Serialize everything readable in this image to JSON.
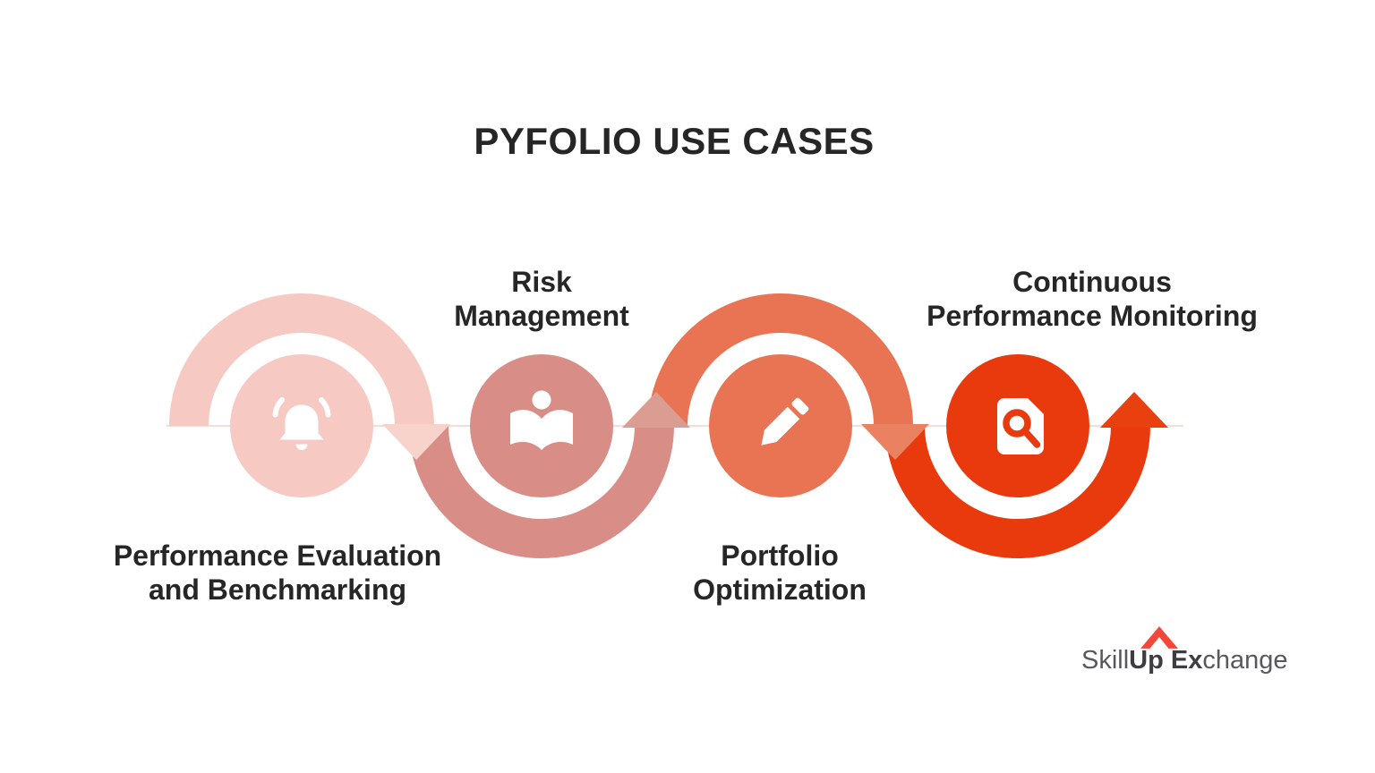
{
  "title": "PYFOLIO USE CASES",
  "colors": {
    "background": "#ffffff",
    "text": "#262626",
    "midline": "#F3DDD8"
  },
  "steps": [
    {
      "label": "Performance Evaluation\nand Benchmarking",
      "label_position": "below",
      "color": "#F6C9C3",
      "arrow_color": "#F8D3CC",
      "arrow_direction": "down",
      "icon": "bell-icon"
    },
    {
      "label": "Risk\nManagement",
      "label_position": "above",
      "color": "#D88E86",
      "arrow_color": "#DB9C92",
      "arrow_direction": "up",
      "icon": "open-book-icon"
    },
    {
      "label": "Portfolio\nOptimization",
      "label_position": "below",
      "color": "#E87454",
      "arrow_color": "#EA8262",
      "arrow_direction": "down",
      "icon": "pencil-icon"
    },
    {
      "label": "Continuous\nPerformance Monitoring",
      "label_position": "above",
      "color": "#E83A0D",
      "arrow_color": "#E8410F",
      "arrow_direction": "up",
      "icon": "document-search-icon"
    }
  ],
  "logo": {
    "part1": "Skill",
    "part2": "Up",
    "part3": "Ex",
    "part4": "change",
    "roof_color": "#F2473B",
    "gray_color": "#58595B",
    "dark_color": "#3E3E40"
  }
}
